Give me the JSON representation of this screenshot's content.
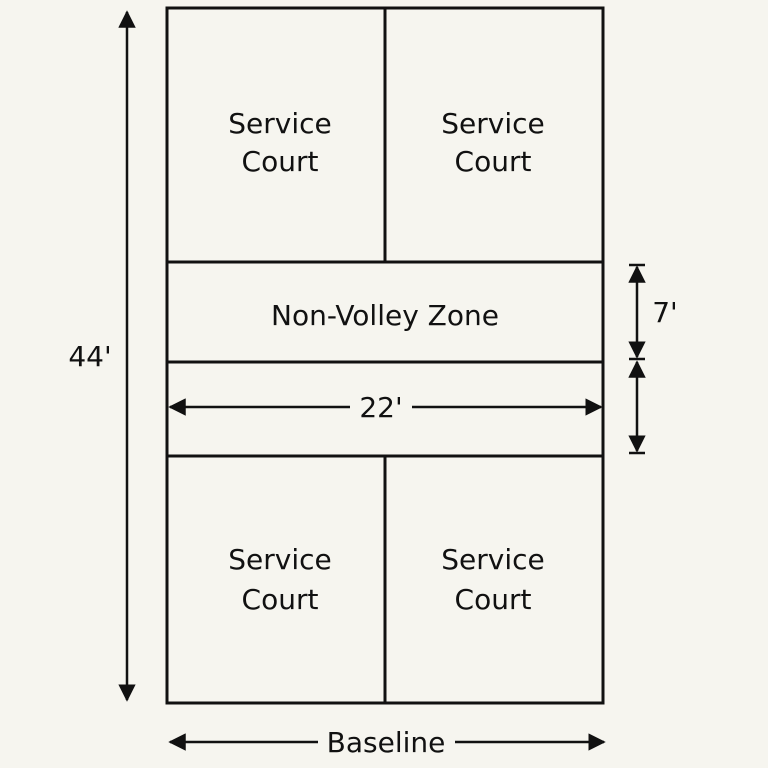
{
  "court": {
    "service_courts": [
      {
        "line1": "Service",
        "line2": "Court"
      },
      {
        "line1": "Service",
        "line2": "Court"
      },
      {
        "line1": "Service",
        "line2": "Court"
      },
      {
        "line1": "Service",
        "line2": "Court"
      }
    ],
    "non_volley_zone": "Non-Volley Zone"
  },
  "dimensions": {
    "length": "44'",
    "width": "22'",
    "kitchen_depth": "7'",
    "baseline": "Baseline"
  }
}
